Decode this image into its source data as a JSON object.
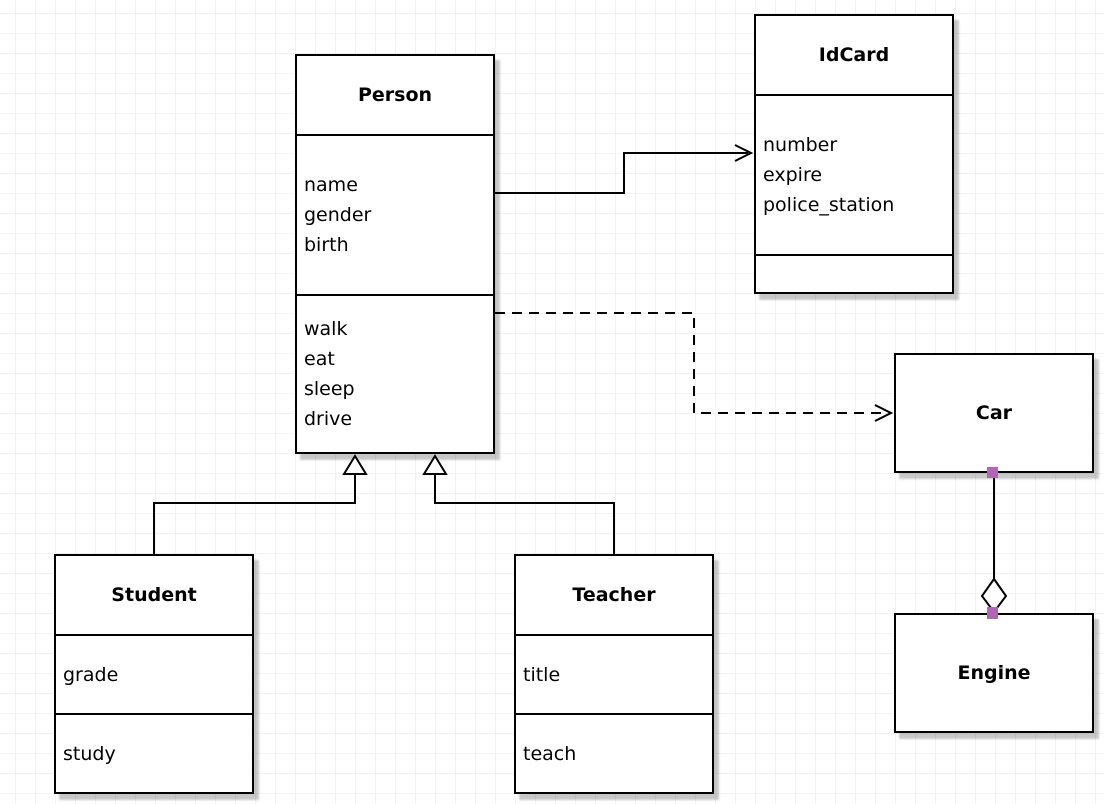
{
  "diagram": {
    "kind": "uml-class-diagram",
    "classes": {
      "person": {
        "name": "Person",
        "attributes": [
          "name",
          "gender",
          "birth"
        ],
        "methods": [
          "walk",
          "eat",
          "sleep",
          "drive"
        ]
      },
      "idcard": {
        "name": "IdCard",
        "attributes": [
          "number",
          "expire",
          "police_station"
        ],
        "methods": []
      },
      "car": {
        "name": "Car"
      },
      "engine": {
        "name": "Engine"
      },
      "student": {
        "name": "Student",
        "attributes": [
          "grade"
        ],
        "methods": [
          "study"
        ]
      },
      "teacher": {
        "name": "Teacher",
        "attributes": [
          "title"
        ],
        "methods": [
          "teach"
        ]
      }
    },
    "relationships": [
      {
        "from": "Person",
        "to": "IdCard",
        "type": "association",
        "line": "solid",
        "end": "open-arrow"
      },
      {
        "from": "Person",
        "to": "Car",
        "type": "dependency",
        "line": "dashed",
        "end": "open-arrow"
      },
      {
        "from": "Student",
        "to": "Person",
        "type": "generalization",
        "line": "solid",
        "end": "hollow-triangle"
      },
      {
        "from": "Teacher",
        "to": "Person",
        "type": "generalization",
        "line": "solid",
        "end": "hollow-triangle"
      },
      {
        "from": "Car",
        "to": "Engine",
        "type": "aggregation",
        "line": "solid",
        "end": "hollow-diamond"
      }
    ],
    "colors": {
      "stroke": "#000000",
      "fill": "#ffffff",
      "shadow": "#cccccc",
      "grid_line": "#f2f2f2",
      "connection_handle": "#b264b5"
    }
  }
}
